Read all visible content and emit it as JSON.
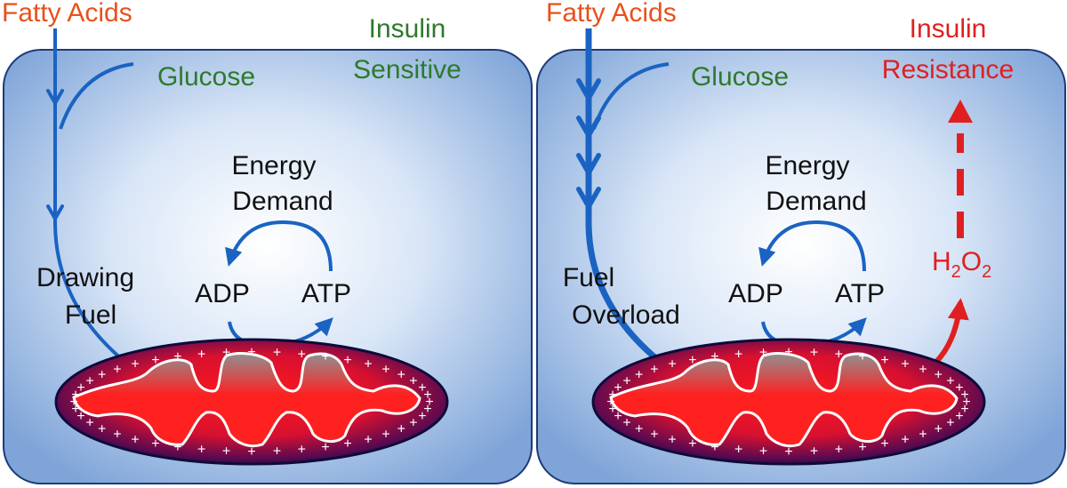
{
  "colors": {
    "panel_edge": "#1f3a78",
    "panel_center": "#ffffff",
    "panel_outer": "#8fb3e0",
    "arrow_blue": "#1a63c2",
    "fatty_acids": "#e8511d",
    "insulin_green": "#2d7a2d",
    "glucose_green": "#2d7a2d",
    "resistance_red": "#e02020",
    "text_dark": "#111111",
    "mito_red": "#ff1414",
    "mito_dark": "#1a0a4a",
    "cristae_light": "#ffffff"
  },
  "left_panel": {
    "fatty_acids": "Fatty Acids",
    "insulin": "Insulin",
    "insulin_state": "Sensitive",
    "glucose": "Glucose",
    "energy": "Energy",
    "demand": "Demand",
    "adp": "ADP",
    "atp": "ATP",
    "fuel_line1": "Drawing",
    "fuel_line2": "Fuel"
  },
  "right_panel": {
    "fatty_acids": "Fatty Acids",
    "insulin": "Insulin",
    "insulin_state": "Resistance",
    "glucose": "Glucose",
    "energy": "Energy",
    "demand": "Demand",
    "adp": "ADP",
    "atp": "ATP",
    "fuel_line1": "Fuel",
    "fuel_line2": "Overload",
    "h2o2_h": "H",
    "h2o2_sub1": "2",
    "h2o2_o": "O",
    "h2o2_sub2": "2"
  },
  "membrane_symbol": "+"
}
